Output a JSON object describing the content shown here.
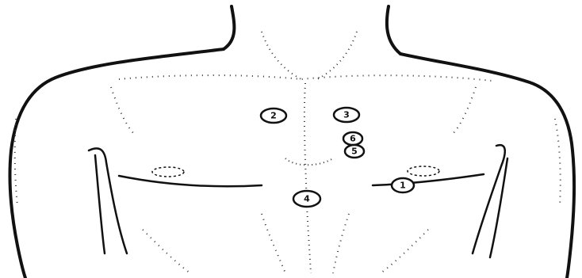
{
  "markers": [
    {
      "id": "m1",
      "label": "1"
    },
    {
      "id": "m2",
      "label": "2"
    },
    {
      "id": "m3",
      "label": "3"
    },
    {
      "id": "m4",
      "label": "4"
    },
    {
      "id": "m5",
      "label": "5"
    },
    {
      "id": "m6",
      "label": "6"
    }
  ]
}
